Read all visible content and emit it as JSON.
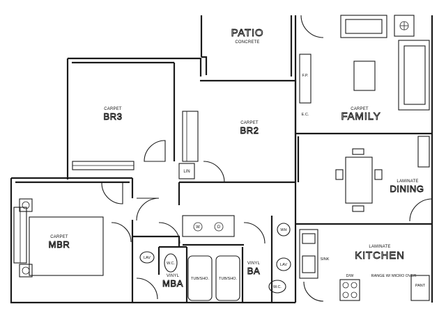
{
  "rooms": {
    "patio": {
      "name": "PATIO",
      "floor": "CONCRETE"
    },
    "br3": {
      "name": "BR3",
      "floor": "CARPET"
    },
    "br2": {
      "name": "BR2",
      "floor": "CARPET"
    },
    "family": {
      "name": "FAMILY",
      "floor": "CARPET"
    },
    "dining": {
      "name": "DINING",
      "floor": "LAMINATE"
    },
    "mbr": {
      "name": "MBR",
      "floor": "CARPET"
    },
    "kitchen": {
      "name": "KITCHEN",
      "floor": "LAMINATE"
    },
    "mba": {
      "name": "MBA",
      "floor": "VINYL"
    },
    "ba": {
      "name": "BA",
      "floor": "VINYL"
    }
  },
  "fixtures": {
    "lin": "LIN",
    "fp": "F.P.",
    "ec": "E.C.",
    "wh": "WH",
    "lav_mba": "LAV",
    "wc_mba": "W.C.",
    "tub_left": "TUB/SHO.",
    "tub_right": "TUB/SHO.",
    "lav_ba": "LAV",
    "wc_ba": "W.C.",
    "sink": "SINK",
    "dw": "D/W",
    "range": "RANGE W/ MICRO OVER",
    "pant": "PANT",
    "washer": "W",
    "dryer": "D"
  }
}
